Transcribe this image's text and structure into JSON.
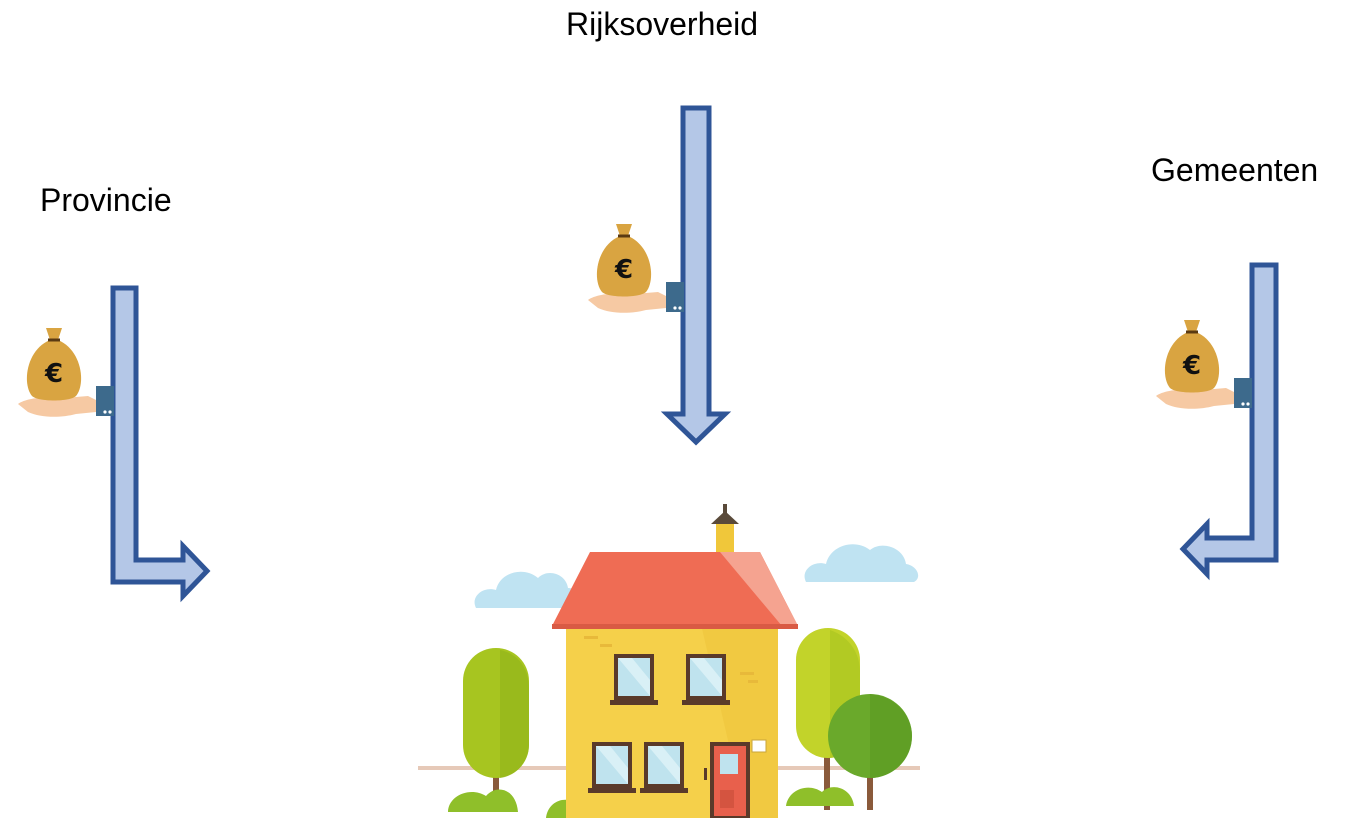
{
  "labels": {
    "rijksoverheid": "Rijksoverheid",
    "provincie": "Provincie",
    "gemeenten": "Gemeenten"
  },
  "money_bag_symbol": "€",
  "colors": {
    "arrow_fill": "#b4c7e7",
    "arrow_stroke": "#2f5597",
    "roof": "#ef6c54",
    "house_wall": "#f5d04a",
    "window": "#bfe3ee",
    "door": "#e8604c",
    "tree_light": "#a7c520",
    "tree_dark": "#6aa92b",
    "cloud": "#bfe3f2",
    "money_bag": "#d9a441",
    "hand": "#f6c9a3",
    "sleeve": "#3d6a8c"
  },
  "icons": [
    "money-bag-icon",
    "hand-icon",
    "house-icon",
    "tree-icon",
    "cloud-icon"
  ]
}
